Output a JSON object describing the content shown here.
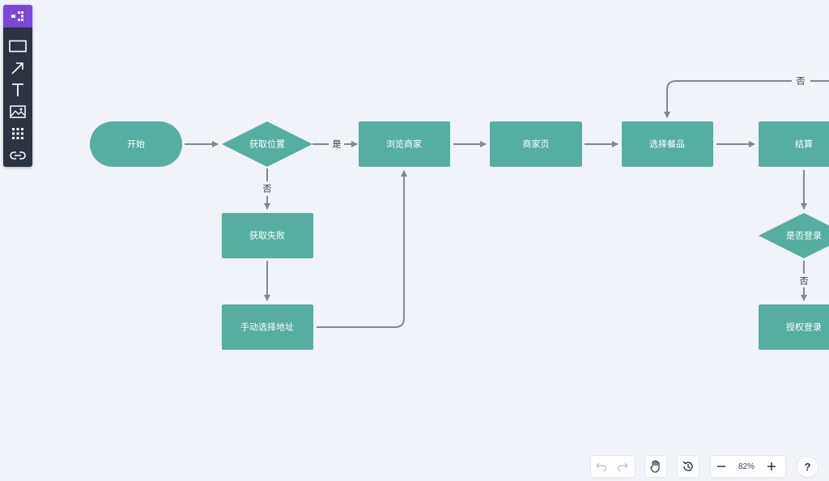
{
  "diagram": {
    "nodes": {
      "start": "开始",
      "get_location": "获取位置",
      "browse_merchants": "浏览商家",
      "merchant_page": "商家页",
      "choose_meal": "选择餐品",
      "checkout": "结算",
      "location_failed": "获取失败",
      "manual_address": "手动选择地址",
      "is_logged_in": "是否登录",
      "authorize_login": "授权登录"
    },
    "edge_labels": {
      "yes": "是",
      "no_location": "否",
      "no_login": "否",
      "no_top": "否"
    },
    "colors": {
      "node_fill": "#55ae9f",
      "edge": "#7e8896",
      "canvas": "#f0f3f7"
    }
  },
  "toolbar": {
    "tools": [
      "diagram-logo-icon",
      "rectangle-icon",
      "arrow-icon",
      "text-icon",
      "image-icon",
      "grid-icon",
      "link-icon"
    ]
  },
  "controls": {
    "zoom": "82%",
    "help": "?"
  }
}
